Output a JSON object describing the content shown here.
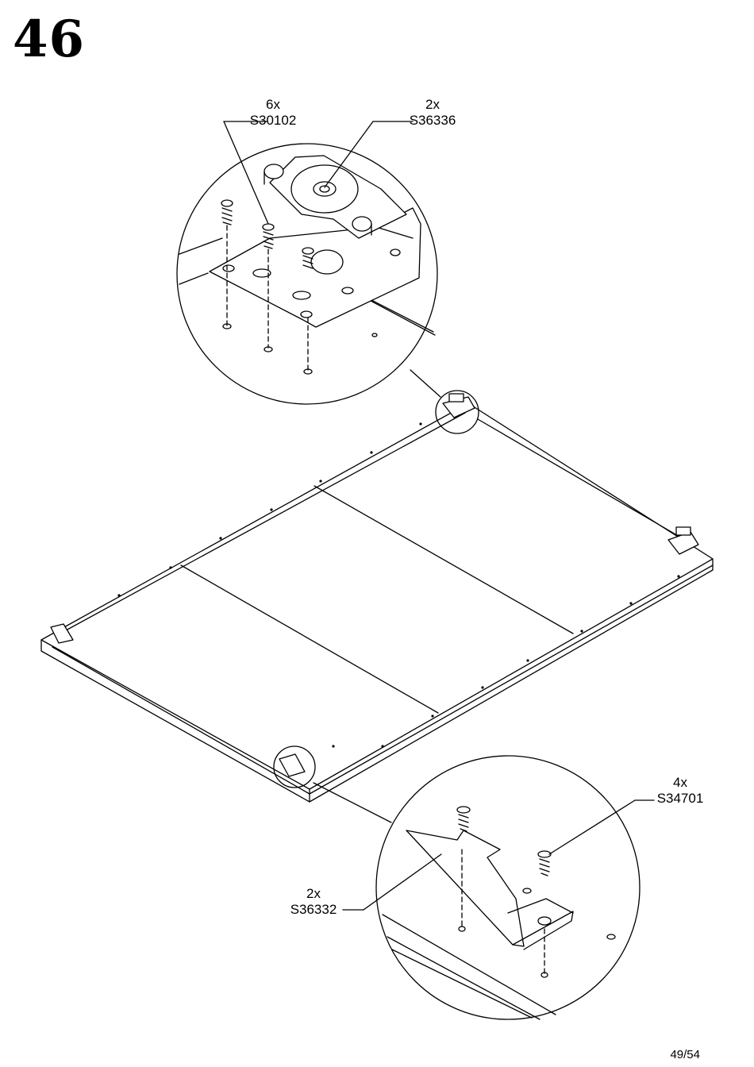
{
  "step": {
    "number": "46"
  },
  "callouts": [
    {
      "id": "screw-top",
      "qty": "6x",
      "code": "S30102"
    },
    {
      "id": "bracket-top",
      "qty": "2x",
      "code": "S36336"
    },
    {
      "id": "screw-bottom",
      "qty": "4x",
      "code": "S34701"
    },
    {
      "id": "bracket-bottom",
      "qty": "2x",
      "code": "S36332"
    }
  ],
  "page": {
    "number": "49/54"
  }
}
